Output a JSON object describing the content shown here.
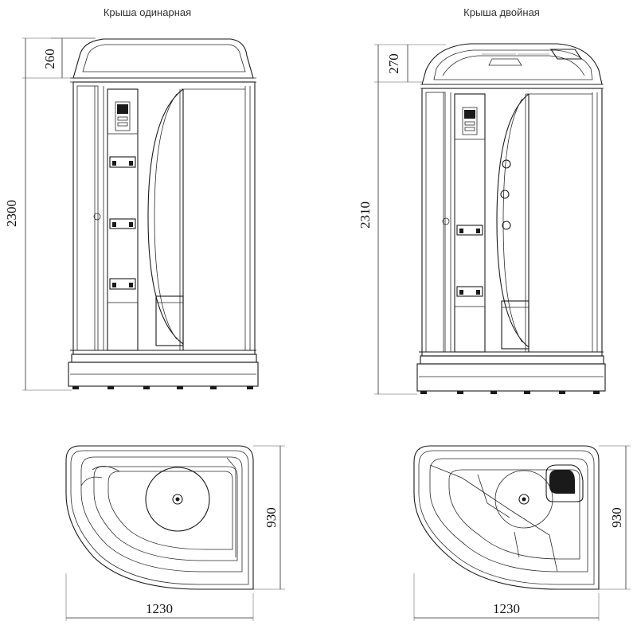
{
  "views": {
    "single": {
      "title": "Крыша одинарная",
      "height_total": "2300",
      "roof_height": "260",
      "plan_width": "1230",
      "plan_depth": "930"
    },
    "double": {
      "title": "Крыша двойная",
      "height_total": "2310",
      "roof_height": "270",
      "plan_width": "1230",
      "plan_depth": "930"
    }
  }
}
